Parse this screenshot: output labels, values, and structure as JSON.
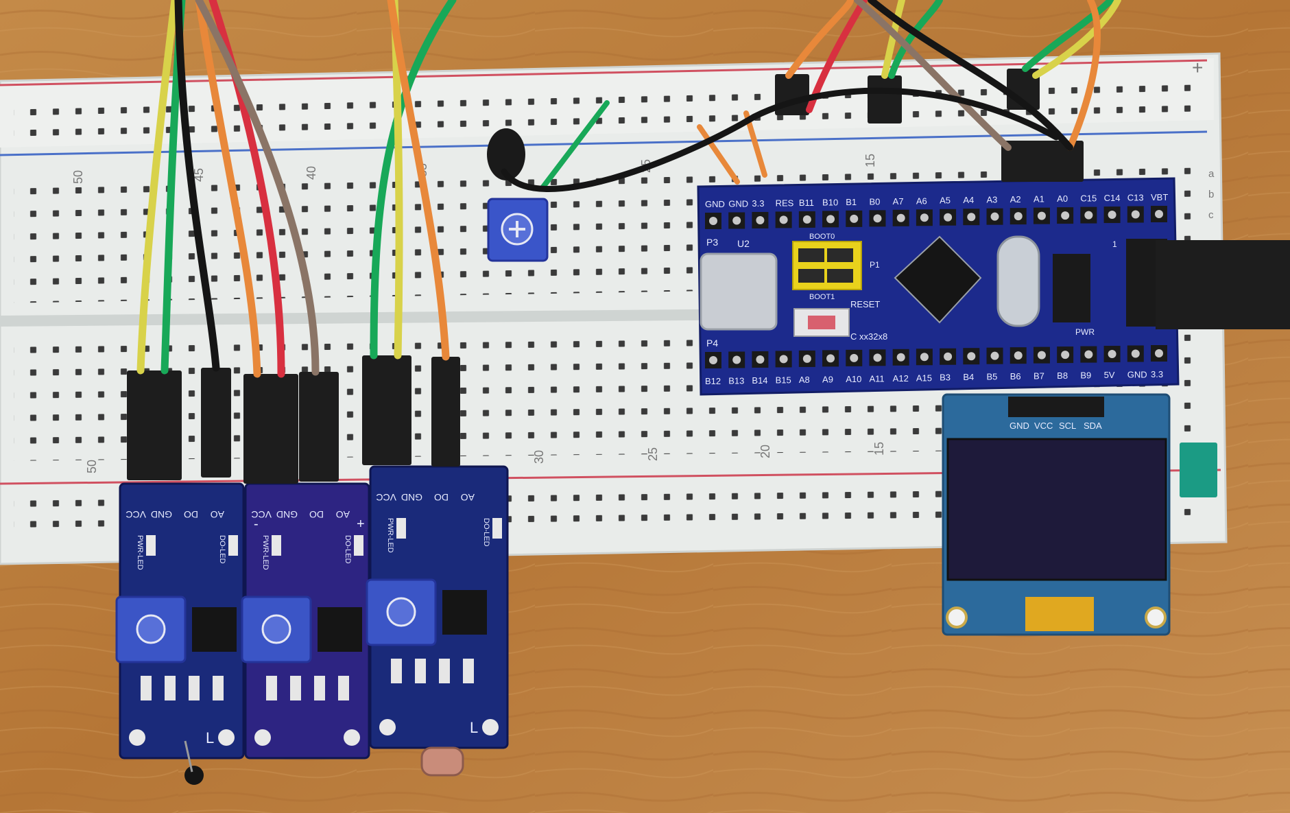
{
  "photo": {
    "colors": {
      "table": "#b87a3c",
      "breadboard": "#e9ecea",
      "pcb_blue": "#1c2a8c",
      "pcb_dark": "#1a1f5e",
      "oled_screen": "#1e1a3a",
      "rail_red": "#d05060",
      "rail_blue": "#4a70c8",
      "wire_yellow": "#d8d24a",
      "wire_green": "#18a858",
      "wire_black": "#151515",
      "wire_red": "#d83040",
      "wire_orange": "#e8883a",
      "wire_brown": "#8a7466"
    },
    "breadboard": {
      "top_numbers": [
        "50",
        "45",
        "40",
        "35",
        "25",
        "15"
      ],
      "bottom_numbers": [
        "50",
        "30",
        "25",
        "20",
        "15"
      ],
      "row_letters": [
        "a",
        "b",
        "c"
      ],
      "plus_mark": "+"
    },
    "mcu_board": {
      "top_pins": [
        "GND",
        "GND",
        "3.3",
        "RES",
        "B11",
        "B10",
        "B1",
        "B0",
        "A7",
        "A6",
        "A5",
        "A4",
        "A3",
        "A2",
        "A1",
        "A0",
        "C15",
        "C14",
        "C13",
        "VBT"
      ],
      "bottom_pins": [
        "B12",
        "B13",
        "B14",
        "B15",
        "A8",
        "A9",
        "A10",
        "A11",
        "A12",
        "A15",
        "B3",
        "B4",
        "B5",
        "B6",
        "B7",
        "B8",
        "B9",
        "5V",
        "GND",
        "3.3"
      ],
      "labels": {
        "header_p3": "P3",
        "header_p4": "P4",
        "regulator": "U2",
        "boot0": "BOOT0",
        "boot1": "BOOT1",
        "p1": "P1",
        "reset": "RESET",
        "chip_marking": "C xx32x8",
        "pwr": "PWR",
        "pin_one": "1"
      }
    },
    "sensor_modules": [
      {
        "pins": [
          "VCC",
          "GND",
          "DO",
          "AO"
        ],
        "led_labels": [
          "PWR-LED",
          "DO-LED"
        ],
        "terminal_mark": "L"
      },
      {
        "pins": [
          "VCC",
          "GND",
          "DO",
          "AO"
        ],
        "led_labels": [
          "PWR-LED",
          "DO-LED"
        ],
        "extra_marks": [
          "-",
          "+"
        ]
      },
      {
        "pins": [
          "VCC",
          "GND",
          "DO",
          "AO"
        ],
        "led_labels": [
          "PWR-LED",
          "DO-LED"
        ],
        "terminal_mark": "L"
      }
    ],
    "oled_display": {
      "pins": [
        "GND",
        "VCC",
        "SCL",
        "SDA"
      ]
    }
  }
}
